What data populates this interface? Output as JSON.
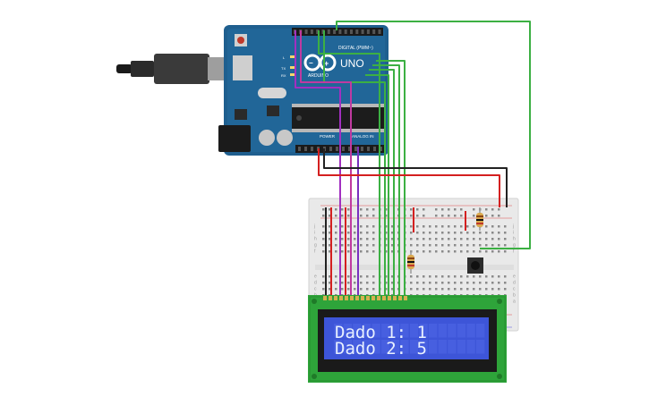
{
  "board": {
    "brand": "ARDUINO",
    "model": "UNO",
    "digital_label": "DIGITAL (PWM~)",
    "power_label": "POWER",
    "analog_label": "ANALOG IN",
    "led_labels": [
      "L",
      "TX",
      "RX"
    ],
    "color": "#1f5f8f"
  },
  "lcd": {
    "line1": "Dado 1: 1",
    "line2": "Dado 2: 5",
    "backlight_color": "#3d55d8",
    "pcb_color": "#2ea43a"
  },
  "breadboard": {
    "row_letters": [
      "j",
      "i",
      "h",
      "g",
      "f",
      "e",
      "d",
      "c",
      "b",
      "a"
    ]
  },
  "wire_colors": {
    "power": "#d42020",
    "ground": "#222222",
    "data": "#3cb043",
    "analog": "#a22fc0",
    "contrast": "#7a2fbf"
  }
}
